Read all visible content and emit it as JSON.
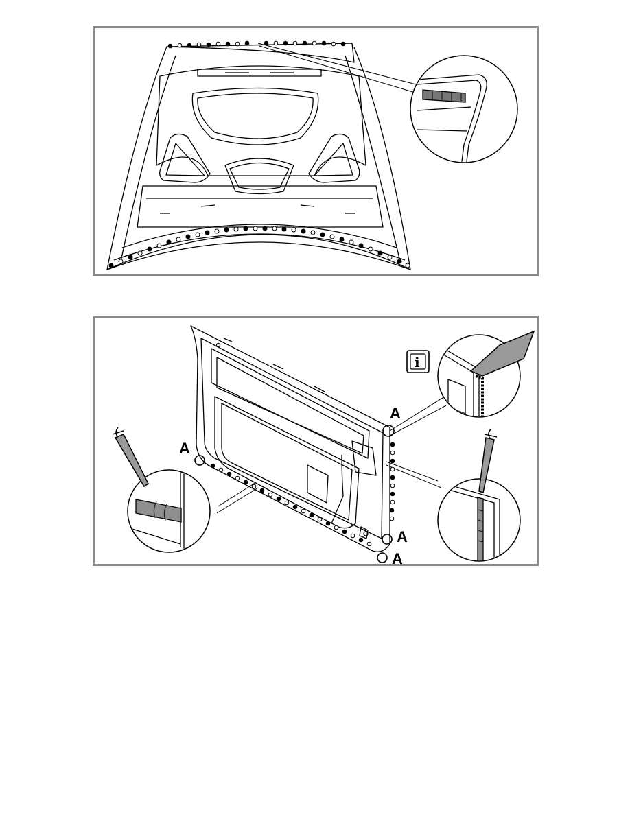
{
  "figures": {
    "hood": {},
    "door": {
      "callouts": [
        {
          "id": "a1",
          "label": "A"
        },
        {
          "id": "a2",
          "label": "A"
        },
        {
          "id": "a3",
          "label": "A"
        },
        {
          "id": "a4",
          "label": "A"
        }
      ],
      "info_icon": {
        "glyph": "i"
      }
    }
  },
  "colors": {
    "border": "#8a8a8a",
    "line": "#000000",
    "paper": "#ffffff"
  },
  "icons": [
    "info-icon",
    "sealant-cartridge-icon",
    "spatula-icon"
  ]
}
